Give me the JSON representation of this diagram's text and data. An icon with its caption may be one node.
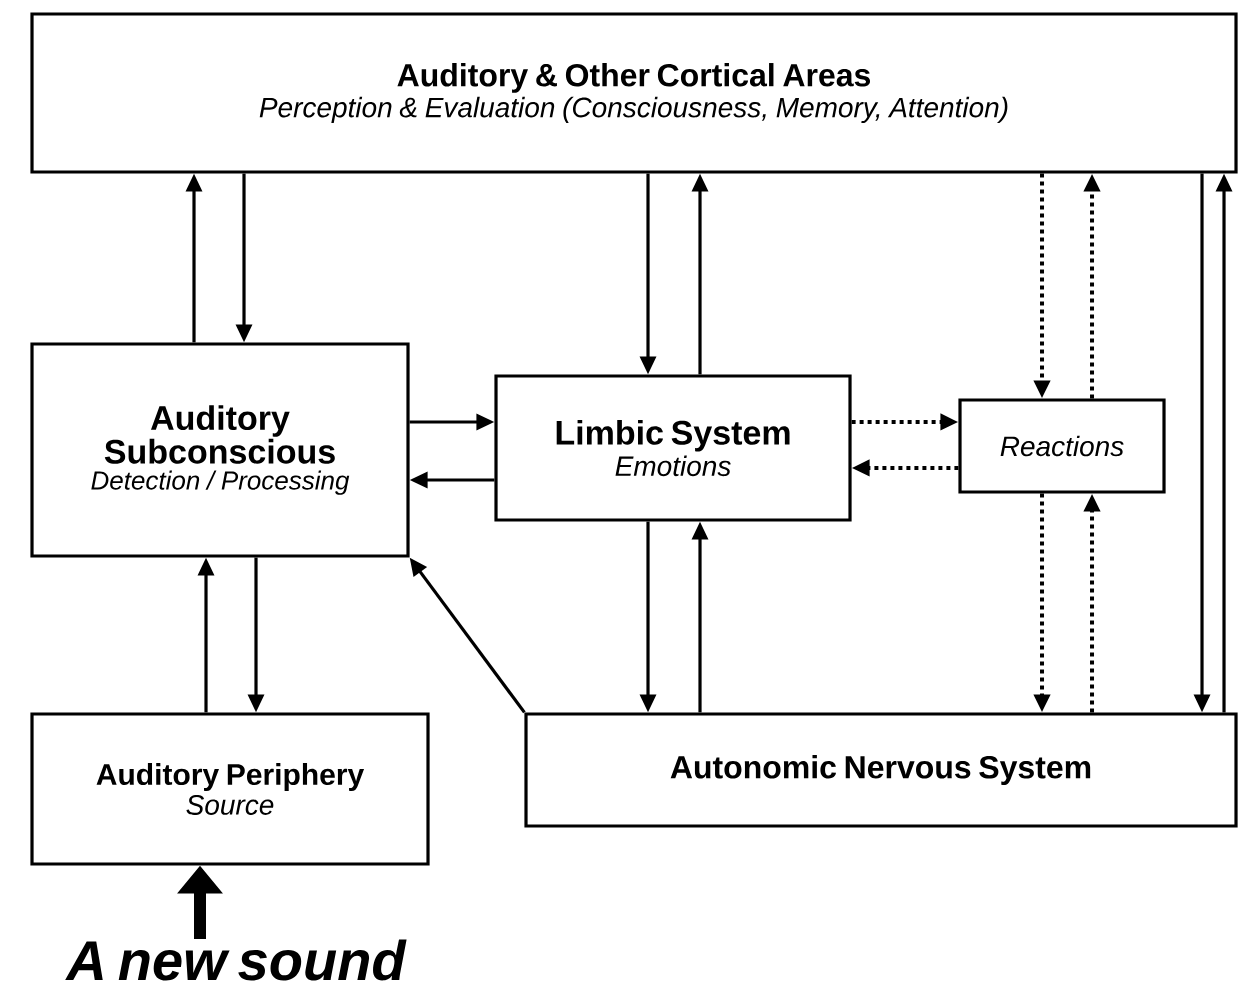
{
  "diagram": {
    "nodes": [
      {
        "text": [
          "Auditory & Other Cortical Areas",
          "Perception & Evaluation (Consciousness, Memory, Attention)"
        ]
      },
      {
        "text": [
          "Auditory Subconscious",
          "Detection / Processing"
        ]
      },
      {
        "text": [
          "Limbic System",
          "Emotions"
        ]
      },
      {
        "text": [
          "Reactions"
        ]
      },
      {
        "text": [
          "Auditory Periphery",
          "Source"
        ]
      },
      {
        "text": [
          "Autonomic Nervous System"
        ]
      },
      {
        "text": [
          "A new sound"
        ]
      }
    ],
    "edges": [
      {
        "from": 1,
        "to": 0,
        "arrow": "to"
      },
      {
        "from": 0,
        "to": 1,
        "arrow": "to"
      },
      {
        "from": 0,
        "to": 2,
        "arrow": "to"
      },
      {
        "from": 2,
        "to": 0,
        "arrow": "to"
      },
      {
        "from": 0,
        "to": 3,
        "arrow": "to",
        "style": "dashed"
      },
      {
        "from": 3,
        "to": 0,
        "arrow": "to",
        "style": "dashed"
      },
      {
        "from": 0,
        "to": 5,
        "arrow": "to"
      },
      {
        "from": 5,
        "to": 0,
        "arrow": "to"
      },
      {
        "from": 1,
        "to": 2,
        "arrow": "to"
      },
      {
        "from": 2,
        "to": 1,
        "arrow": "to"
      },
      {
        "from": 2,
        "to": 3,
        "arrow": "to",
        "style": "dashed"
      },
      {
        "from": 3,
        "to": 2,
        "arrow": "to",
        "style": "dashed"
      },
      {
        "from": 4,
        "to": 1,
        "arrow": "to"
      },
      {
        "from": 1,
        "to": 4,
        "arrow": "to"
      },
      {
        "from": 2,
        "to": 5,
        "arrow": "to"
      },
      {
        "from": 5,
        "to": 2,
        "arrow": "to"
      },
      {
        "from": 3,
        "to": 5,
        "arrow": "to",
        "style": "dashed"
      },
      {
        "from": 5,
        "to": 3,
        "arrow": "to",
        "style": "dashed"
      },
      {
        "from": 5,
        "to": 1,
        "arrow": "to"
      },
      {
        "from": 6,
        "to": 4,
        "arrow": "to",
        "style": "thick"
      }
    ]
  }
}
